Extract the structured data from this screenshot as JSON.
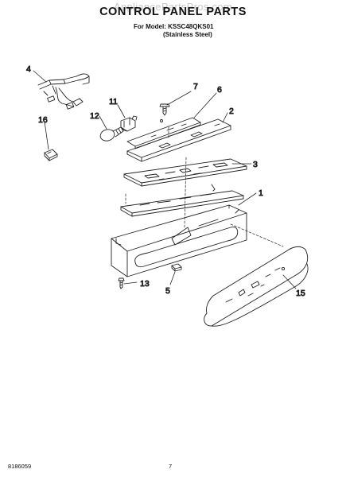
{
  "watermark": "AppliancePartsPros.com",
  "header": {
    "title": "CONTROL PANEL PARTS",
    "model_line": "For Model: KSSC48QKS01",
    "variant": "(Stainless Steel)"
  },
  "footer": {
    "doc_number": "8186059",
    "page_number": "7"
  },
  "callouts": [
    "4",
    "7",
    "11",
    "6",
    "12",
    "2",
    "16",
    "3",
    "1",
    "13",
    "5",
    "15"
  ]
}
